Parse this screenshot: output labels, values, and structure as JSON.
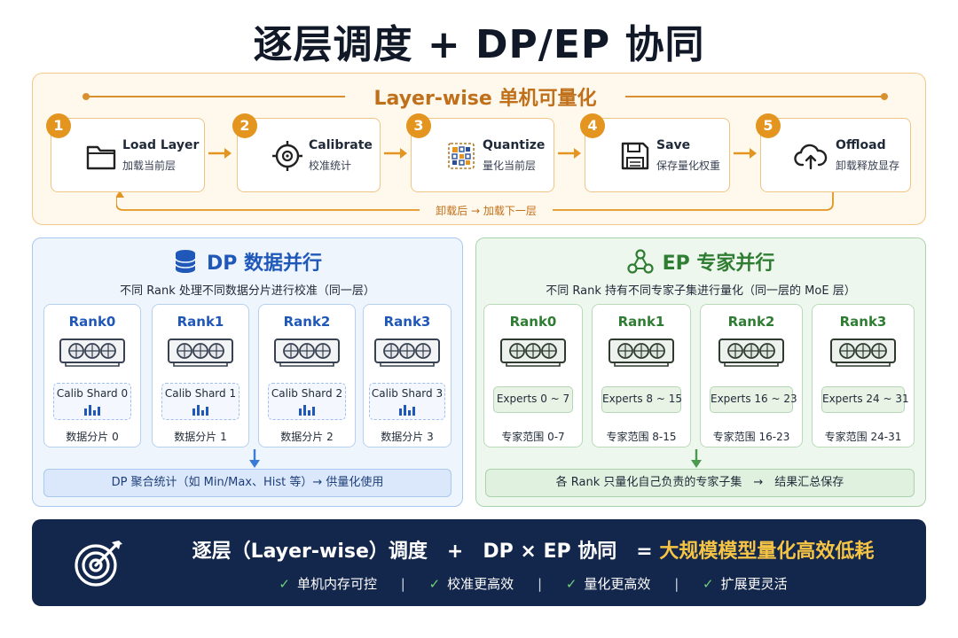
{
  "title": "逐层调度 + DP/EP 协同",
  "layerwise": {
    "title": "Layer-wise 单机可量化",
    "steps": [
      {
        "num": "1",
        "name": "Load Layer",
        "sub": "加载当前层",
        "icon": "folder-icon"
      },
      {
        "num": "2",
        "name": "Calibrate",
        "sub": "校准统计",
        "icon": "target-icon"
      },
      {
        "num": "3",
        "name": "Quantize",
        "sub": "量化当前层",
        "icon": "quantize-grid-icon"
      },
      {
        "num": "4",
        "name": "Save",
        "sub": "保存量化权重",
        "icon": "floppy-disk-icon"
      },
      {
        "num": "5",
        "name": "Offload",
        "sub": "卸载释放显存",
        "icon": "cloud-upload-icon"
      }
    ],
    "loop_label": "卸载后 → 加载下一层"
  },
  "dp": {
    "title": "DP 数据并行",
    "desc": "不同 Rank 处理不同数据分片进行校准（同一层）",
    "ranks": [
      {
        "name": "Rank0",
        "shard": "Calib Shard 0",
        "sub": "数据分片 0"
      },
      {
        "name": "Rank1",
        "shard": "Calib Shard 1",
        "sub": "数据分片 1"
      },
      {
        "name": "Rank2",
        "shard": "Calib Shard 2",
        "sub": "数据分片 2"
      },
      {
        "name": "Rank3",
        "shard": "Calib Shard 3",
        "sub": "数据分片 3"
      }
    ],
    "summary": "DP 聚合统计（如 Min/Max、Hist 等）→ 供量化使用"
  },
  "ep": {
    "title": "EP 专家并行",
    "desc": "不同 Rank 持有不同专家子集进行量化（同一层的 MoE 层）",
    "ranks": [
      {
        "name": "Rank0",
        "experts": "Experts 0 ~ 7",
        "sub": "专家范围 0-7"
      },
      {
        "name": "Rank1",
        "experts": "Experts 8 ~ 15",
        "sub": "专家范围 8-15"
      },
      {
        "name": "Rank2",
        "experts": "Experts 16 ~ 23",
        "sub": "专家范围 16-23"
      },
      {
        "name": "Rank3",
        "experts": "Experts 24 ~ 31",
        "sub": "专家范围 24-31"
      }
    ],
    "summary": "各 Rank 只量化自己负责的专家子集　→　结果汇总保存"
  },
  "banner": {
    "line1_main": "逐层（Layer-wise）调度　+　DP × EP 协同　=",
    "line1_highlight": "大规模模型量化高效低耗",
    "benefits": [
      "单机内存可控",
      "校准更高效",
      "量化更高效",
      "扩展更灵活"
    ],
    "check_glyph": "✓",
    "separator": "|"
  },
  "colors": {
    "orange_accent": "#e3951f",
    "dp_blue": "#1f58b8",
    "ep_green": "#2f7d32",
    "banner_bg": "#13264b",
    "highlight_gold": "#f6c445"
  }
}
